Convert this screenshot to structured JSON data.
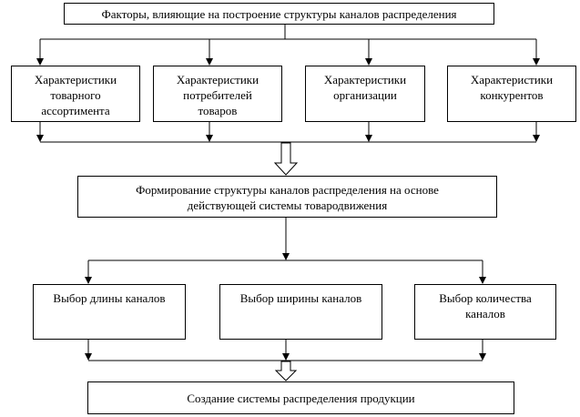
{
  "diagram": {
    "top_box": "Факторы, влияющие на построение структуры каналов распределения",
    "factors": [
      "Характеристики\nтоварного\nассортимента",
      "Характеристики\nпотребителей\nтоваров",
      "Характеристики\nорганизации",
      "Характеристики\nконкурентов"
    ],
    "middle_box": "Формирование структуры каналов распределения на основе\nдействующей системы товародвижения",
    "choices": [
      "Выбор длины каналов",
      "Выбор ширины каналов",
      "Выбор количества\nканалов"
    ],
    "bottom_box": "Создание системы распределения продукции"
  },
  "colors": {
    "line": "#000000",
    "background": "#ffffff"
  }
}
